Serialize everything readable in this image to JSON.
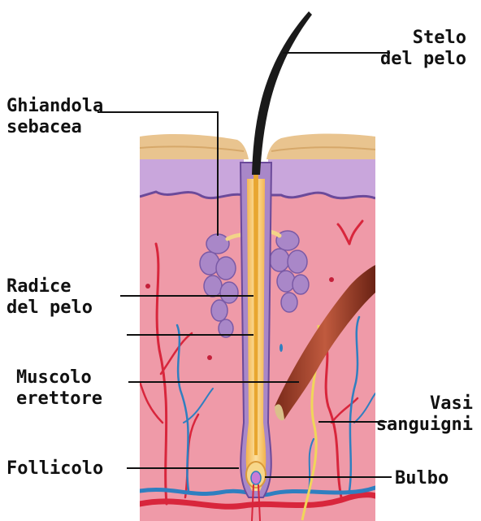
{
  "labels": {
    "stelo": [
      "Stelo",
      "del pelo"
    ],
    "ghiandola": [
      "Ghiandola",
      "sebacea"
    ],
    "radice": [
      "Radice",
      "del pelo"
    ],
    "muscolo": [
      "Muscolo",
      "erettore"
    ],
    "vasi": [
      "Vasi",
      "sanguigni"
    ],
    "follicolo": "Follicolo",
    "bulbo": "Bulbo"
  },
  "colors": {
    "skin_surface": "#e9c48f",
    "epidermis": "#c9a6dc",
    "dermis": "#ef9aa8",
    "gland": "#a987c8",
    "artery": "#d8263c",
    "vein": "#2f7fc0",
    "nerve": "#f0d65a",
    "muscle": "#b04a36",
    "hair": "#1a1a1a",
    "follicle": "#f6c26a"
  }
}
